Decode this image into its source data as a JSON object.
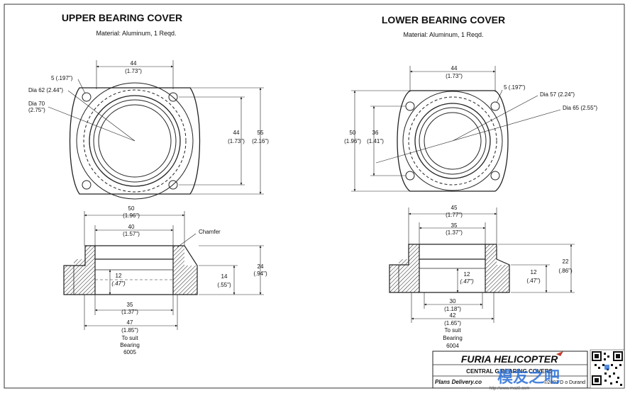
{
  "upper": {
    "title": "UPPER BEARING COVER",
    "material": "Material: Aluminum, 1 Reqd.",
    "dims": {
      "w44": "44",
      "w44_in": "(1.73\")",
      "hole5": "5 (.197\")",
      "dia62": "Dia 62 (2.44\")",
      "dia70": "Dia 70",
      "dia70_in": "(2.75\")",
      "h44": "44",
      "h44_in": "(1.73\")",
      "h55": "55",
      "h55_in": "(2.16\")",
      "w50": "50",
      "w50_in": "(1.96\")",
      "w40": "40",
      "w40_in": "(1.57\")",
      "chamfer": "Chamfer",
      "t24": "24",
      "t24_in": "(.94\")",
      "t12": "12",
      "t12_in": "(.47\")",
      "t14": "14",
      "t14_in": "(.55\")",
      "w35": "35",
      "w35_in": "(1.37\")",
      "w47": "47",
      "w47_in": "(1.85\")",
      "suit1": "To suit",
      "suit2": "Bearing",
      "suit3": "6005"
    }
  },
  "lower": {
    "title": "LOWER BEARING COVER",
    "material": "Material: Aluminum, 1 Reqd.",
    "dims": {
      "w44": "44",
      "w44_in": "(1.73\")",
      "hole5": "5 (.197\")",
      "dia57": "Dia 57 (2.24\")",
      "dia65": "Dia 65 (2.55\")",
      "h50": "50",
      "h50_in": "(1.96\")",
      "h36": "36",
      "h36_in": "(1.41\")",
      "w45": "45",
      "w45_in": "(1.77\")",
      "w35": "35",
      "w35_in": "(1.37\")",
      "t22": "22",
      "t22_in": "(.86\")",
      "t12a": "12",
      "t12a_in": "(.47\")",
      "t12b": "12",
      "t12b_in": "(.47\")",
      "w30": "30",
      "w30_in": "(1.18\")",
      "w42": "42",
      "w42_in": "(1.65\")",
      "suit1": "To suit",
      "suit2": "Bearing",
      "suit3": "6004"
    }
  },
  "titleblock": {
    "brand": "FURIA HELICOPTER",
    "subtitle": "CENTRAL G     BEARING COVERS",
    "plans": "Plans Delivery.co",
    "copyright": "©2001 D     o Durand",
    "url": "http://www.moz8.com",
    "watermark": "模友之吧"
  },
  "colors": {
    "ink": "#1a1a1a",
    "watermark": "#2a6fd6",
    "accent": "#c23b2a"
  }
}
